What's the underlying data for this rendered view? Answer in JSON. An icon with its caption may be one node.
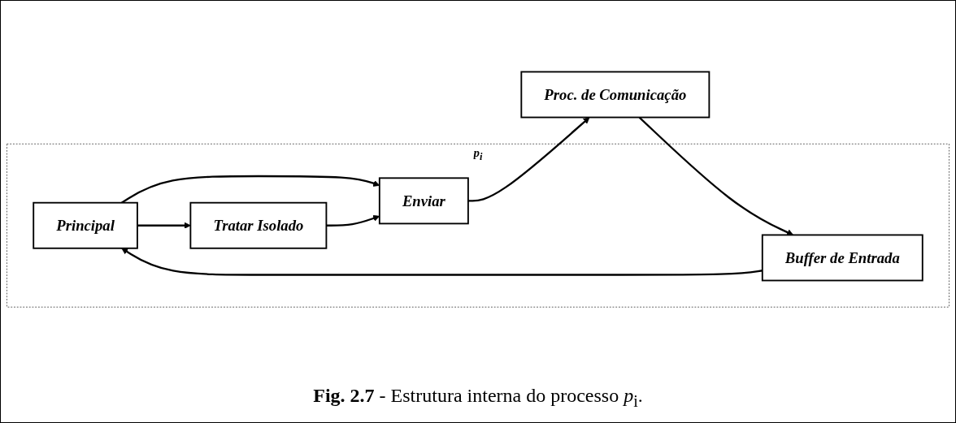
{
  "diagram": {
    "caption": "**Fig. 2.7** - Estrutura interna do processo *p*$_{i}$.",
    "nodes": [
      {
        "text": [
          "*p*$_{i}$"
        ]
      },
      {
        "text": [
          "Principal"
        ],
        "in": 0
      },
      {
        "text": [
          "Enviar"
        ],
        "in": 0
      },
      {
        "text": [
          "Tratar Isolado"
        ],
        "in": 0
      },
      {
        "text": [
          "Buffer de Entrada"
        ],
        "in": 0
      },
      {
        "text": [
          "Proc. de Comunicação"
        ]
      }
    ],
    "edges": [
      {
        "from": 1,
        "to": 2,
        "arrow": "to"
      },
      {
        "from": 4,
        "to": 1,
        "arrow": "to"
      },
      {
        "from": 3,
        "to": 2,
        "arrow": "to"
      },
      {
        "from": 1,
        "to": 3,
        "arrow": "to"
      },
      {
        "from": 2,
        "to": 5,
        "arrow": "to"
      },
      {
        "from": 5,
        "to": 4,
        "arrow": "to"
      }
    ]
  }
}
